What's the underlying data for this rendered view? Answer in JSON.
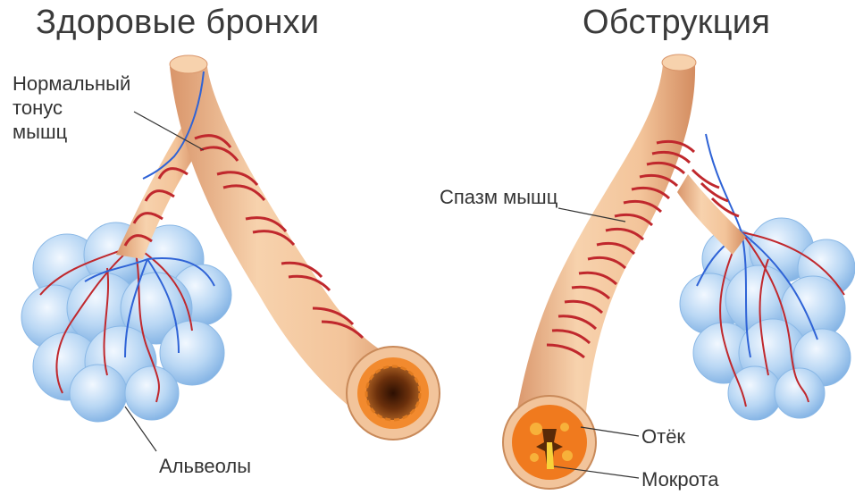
{
  "panels": {
    "healthy": {
      "title": "Здоровые бронхи"
    },
    "obstruction": {
      "title": "Обструкция"
    }
  },
  "labels": {
    "normal_tone": [
      "Нормальный",
      "тонус",
      "мышц"
    ],
    "alveoli": "Альвеолы",
    "spasm": "Спазм мышц",
    "edema": "Отёк",
    "mucus": "Мокрота"
  },
  "colors": {
    "bronchus": "#f2c49b",
    "muscle": "#c0282d",
    "alveoli": "#a9cdf0",
    "vein": "#2f63d6",
    "lumen_healthy": "#7a3a10",
    "edema": "#f07a1e",
    "mucus": "#f7d23a"
  }
}
